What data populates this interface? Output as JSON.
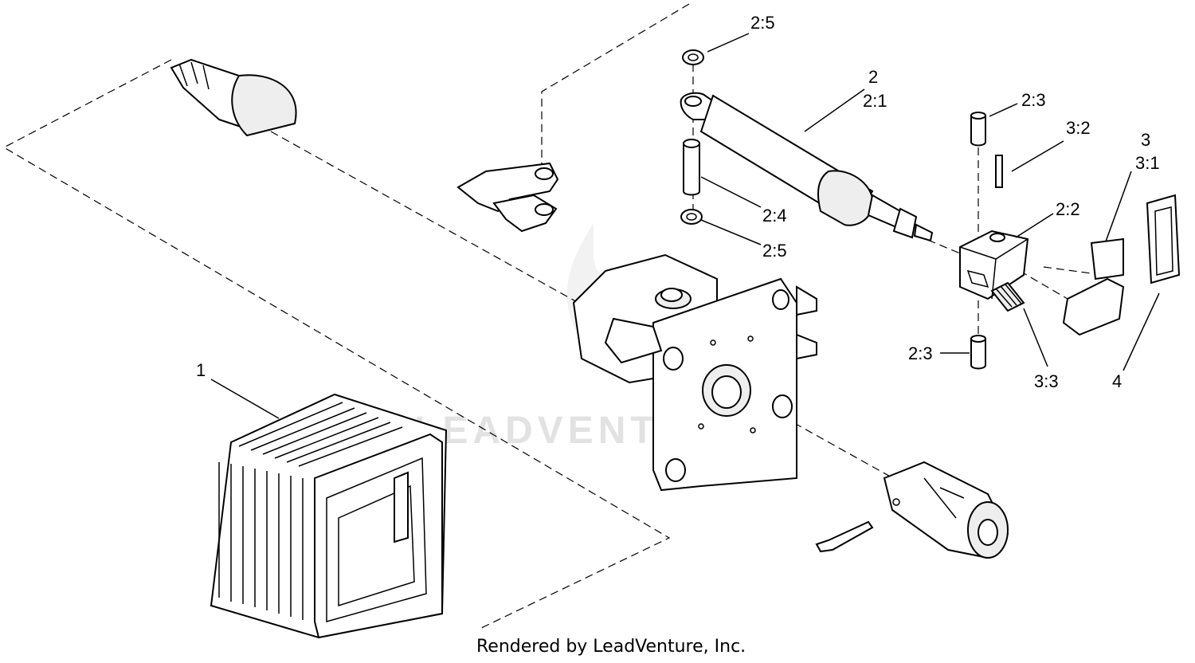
{
  "callouts": {
    "c1": "1",
    "c2": "2",
    "c2_1": "2:1",
    "c2_2": "2:2",
    "c2_3_top": "2:3",
    "c2_3_bottom": "2:3",
    "c2_4": "2:4",
    "c2_5_top": "2:5",
    "c2_5_bottom": "2:5",
    "c3": "3",
    "c3_1": "3:1",
    "c3_2": "3:2",
    "c3_3": "3:3",
    "c4": "4"
  },
  "watermark": "LEADVENTURE",
  "credit": "Rendered by LeadVenture, Inc."
}
